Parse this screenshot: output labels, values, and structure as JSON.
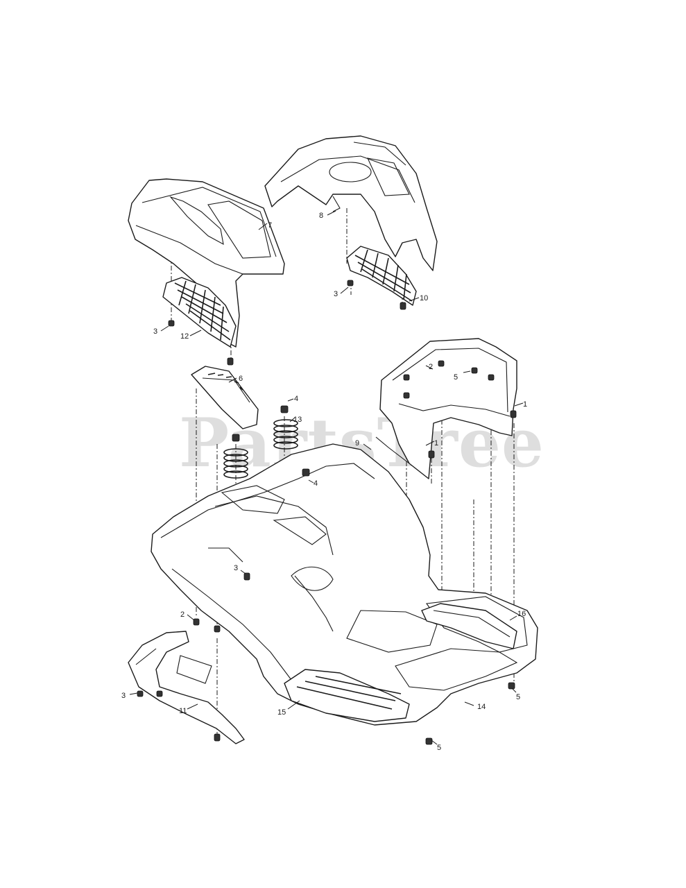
{
  "watermark": "PartsTree",
  "callouts": [
    {
      "id": "c1a",
      "label": "1"
    },
    {
      "id": "c1b",
      "label": "1"
    },
    {
      "id": "c2a",
      "label": "2"
    },
    {
      "id": "c2b",
      "label": "2"
    },
    {
      "id": "c3a",
      "label": "3"
    },
    {
      "id": "c3b",
      "label": "3"
    },
    {
      "id": "c3c",
      "label": "3"
    },
    {
      "id": "c3d",
      "label": "3"
    },
    {
      "id": "c4a",
      "label": "4"
    },
    {
      "id": "c4b",
      "label": "4"
    },
    {
      "id": "c5a",
      "label": "5"
    },
    {
      "id": "c5b",
      "label": "5"
    },
    {
      "id": "c5c",
      "label": "5"
    },
    {
      "id": "c6",
      "label": "6"
    },
    {
      "id": "c7",
      "label": "7"
    },
    {
      "id": "c8",
      "label": "8"
    },
    {
      "id": "c9",
      "label": "9"
    },
    {
      "id": "c10",
      "label": "10"
    },
    {
      "id": "c11",
      "label": "11"
    },
    {
      "id": "c12",
      "label": "12"
    },
    {
      "id": "c13",
      "label": "13"
    },
    {
      "id": "c14",
      "label": "14"
    },
    {
      "id": "c15",
      "label": "15"
    },
    {
      "id": "c16",
      "label": "16"
    }
  ]
}
